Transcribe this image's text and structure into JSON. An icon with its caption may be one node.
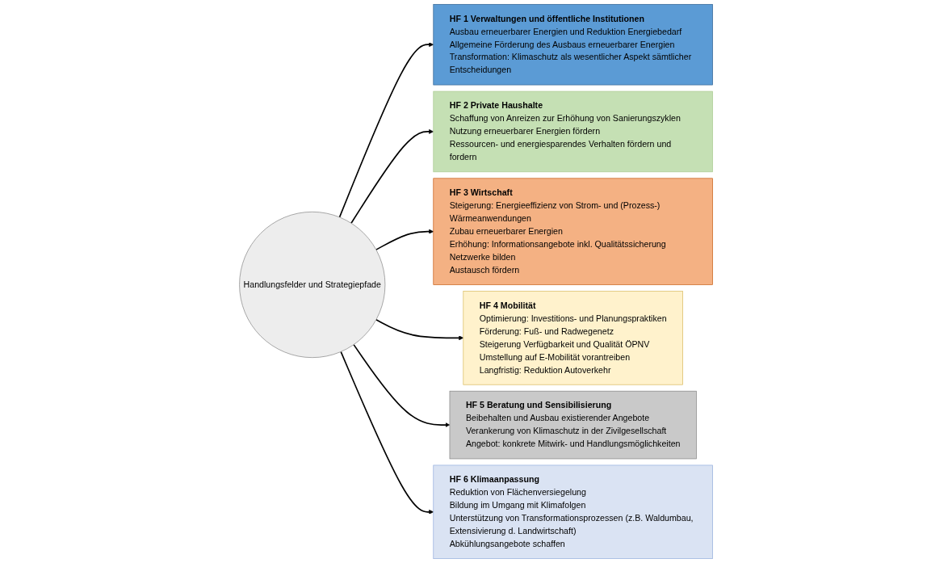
{
  "diagram": {
    "nodes": [
      {
        "text": [
          "HF 1 Verwaltungen und öffentliche Institutionen",
          "Ausbau erneuerbarer Energien und Reduktion Energiebedarf",
          "Allgemeine Förderung des Ausbaus erneuerbarer Energien",
          "Transformation: Klimaschutz als wesentlicher Aspekt sämtlicher Entscheidungen"
        ]
      },
      {
        "text": [
          "HF 2 Private Haushalte",
          "Schaffung von Anreizen zur Erhöhung von Sanierungszyklen",
          "Nutzung erneuerbarer Energien fördern",
          "Ressourcen- und energiesparendes Verhalten fördern und fordern"
        ]
      },
      {
        "text": [
          "HF 3 Wirtschaft",
          "Steigerung: Energieeffizienz von Strom- und (Prozess-) Wärmeanwendungen",
          "Zubau erneuerbarer Energien",
          "Erhöhung: Informationsangebote inkl. Qualitätssicherung",
          "Netzwerke bilden",
          "Austausch fördern"
        ]
      },
      {
        "text": [
          "HF 6 Klimaanpassung",
          "Reduktion von Flächenversiegelung",
          "Bildung im Umgang mit Klimafolgen",
          "Unterstützung von Transformationsprozessen (z.B. Waldumbau, Extensivierung d. Landwirtschaft)",
          "Abkühlungsangebote schaffen"
        ]
      },
      {
        "text": [
          "Handlungsfelder und Strategiepfade"
        ]
      },
      {
        "text": [
          "HF 5 Beratung und Sensibilisierung",
          "Beibehalten und Ausbau existierender Angebote",
          "Verankerung von Klimaschutz in der Zivilgesellschaft",
          "Angebot: konkrete Mitwirk- und Handlungsmöglichkeiten"
        ]
      },
      {
        "text": [
          "HF 4 Mobilität",
          "Optimierung: Investitions- und Planungspraktiken",
          "Förderung: Fuß- und Radwegenetz",
          "Steigerung Verfügbarkeit und Qualität ÖPNV",
          "Umstellung auf E-Mobilität vorantreiben",
          "Langfristig: Reduktion Autoverkehr"
        ]
      }
    ],
    "edges": [
      {
        "from": 4,
        "to": 0,
        "arrow": "to"
      },
      {
        "from": 4,
        "to": 1,
        "arrow": "to"
      },
      {
        "from": 4,
        "to": 2,
        "arrow": "to"
      },
      {
        "from": 4,
        "to": 6,
        "arrow": "to"
      },
      {
        "from": 4,
        "to": 5,
        "arrow": "to"
      },
      {
        "from": 4,
        "to": 3,
        "arrow": "to"
      }
    ]
  }
}
